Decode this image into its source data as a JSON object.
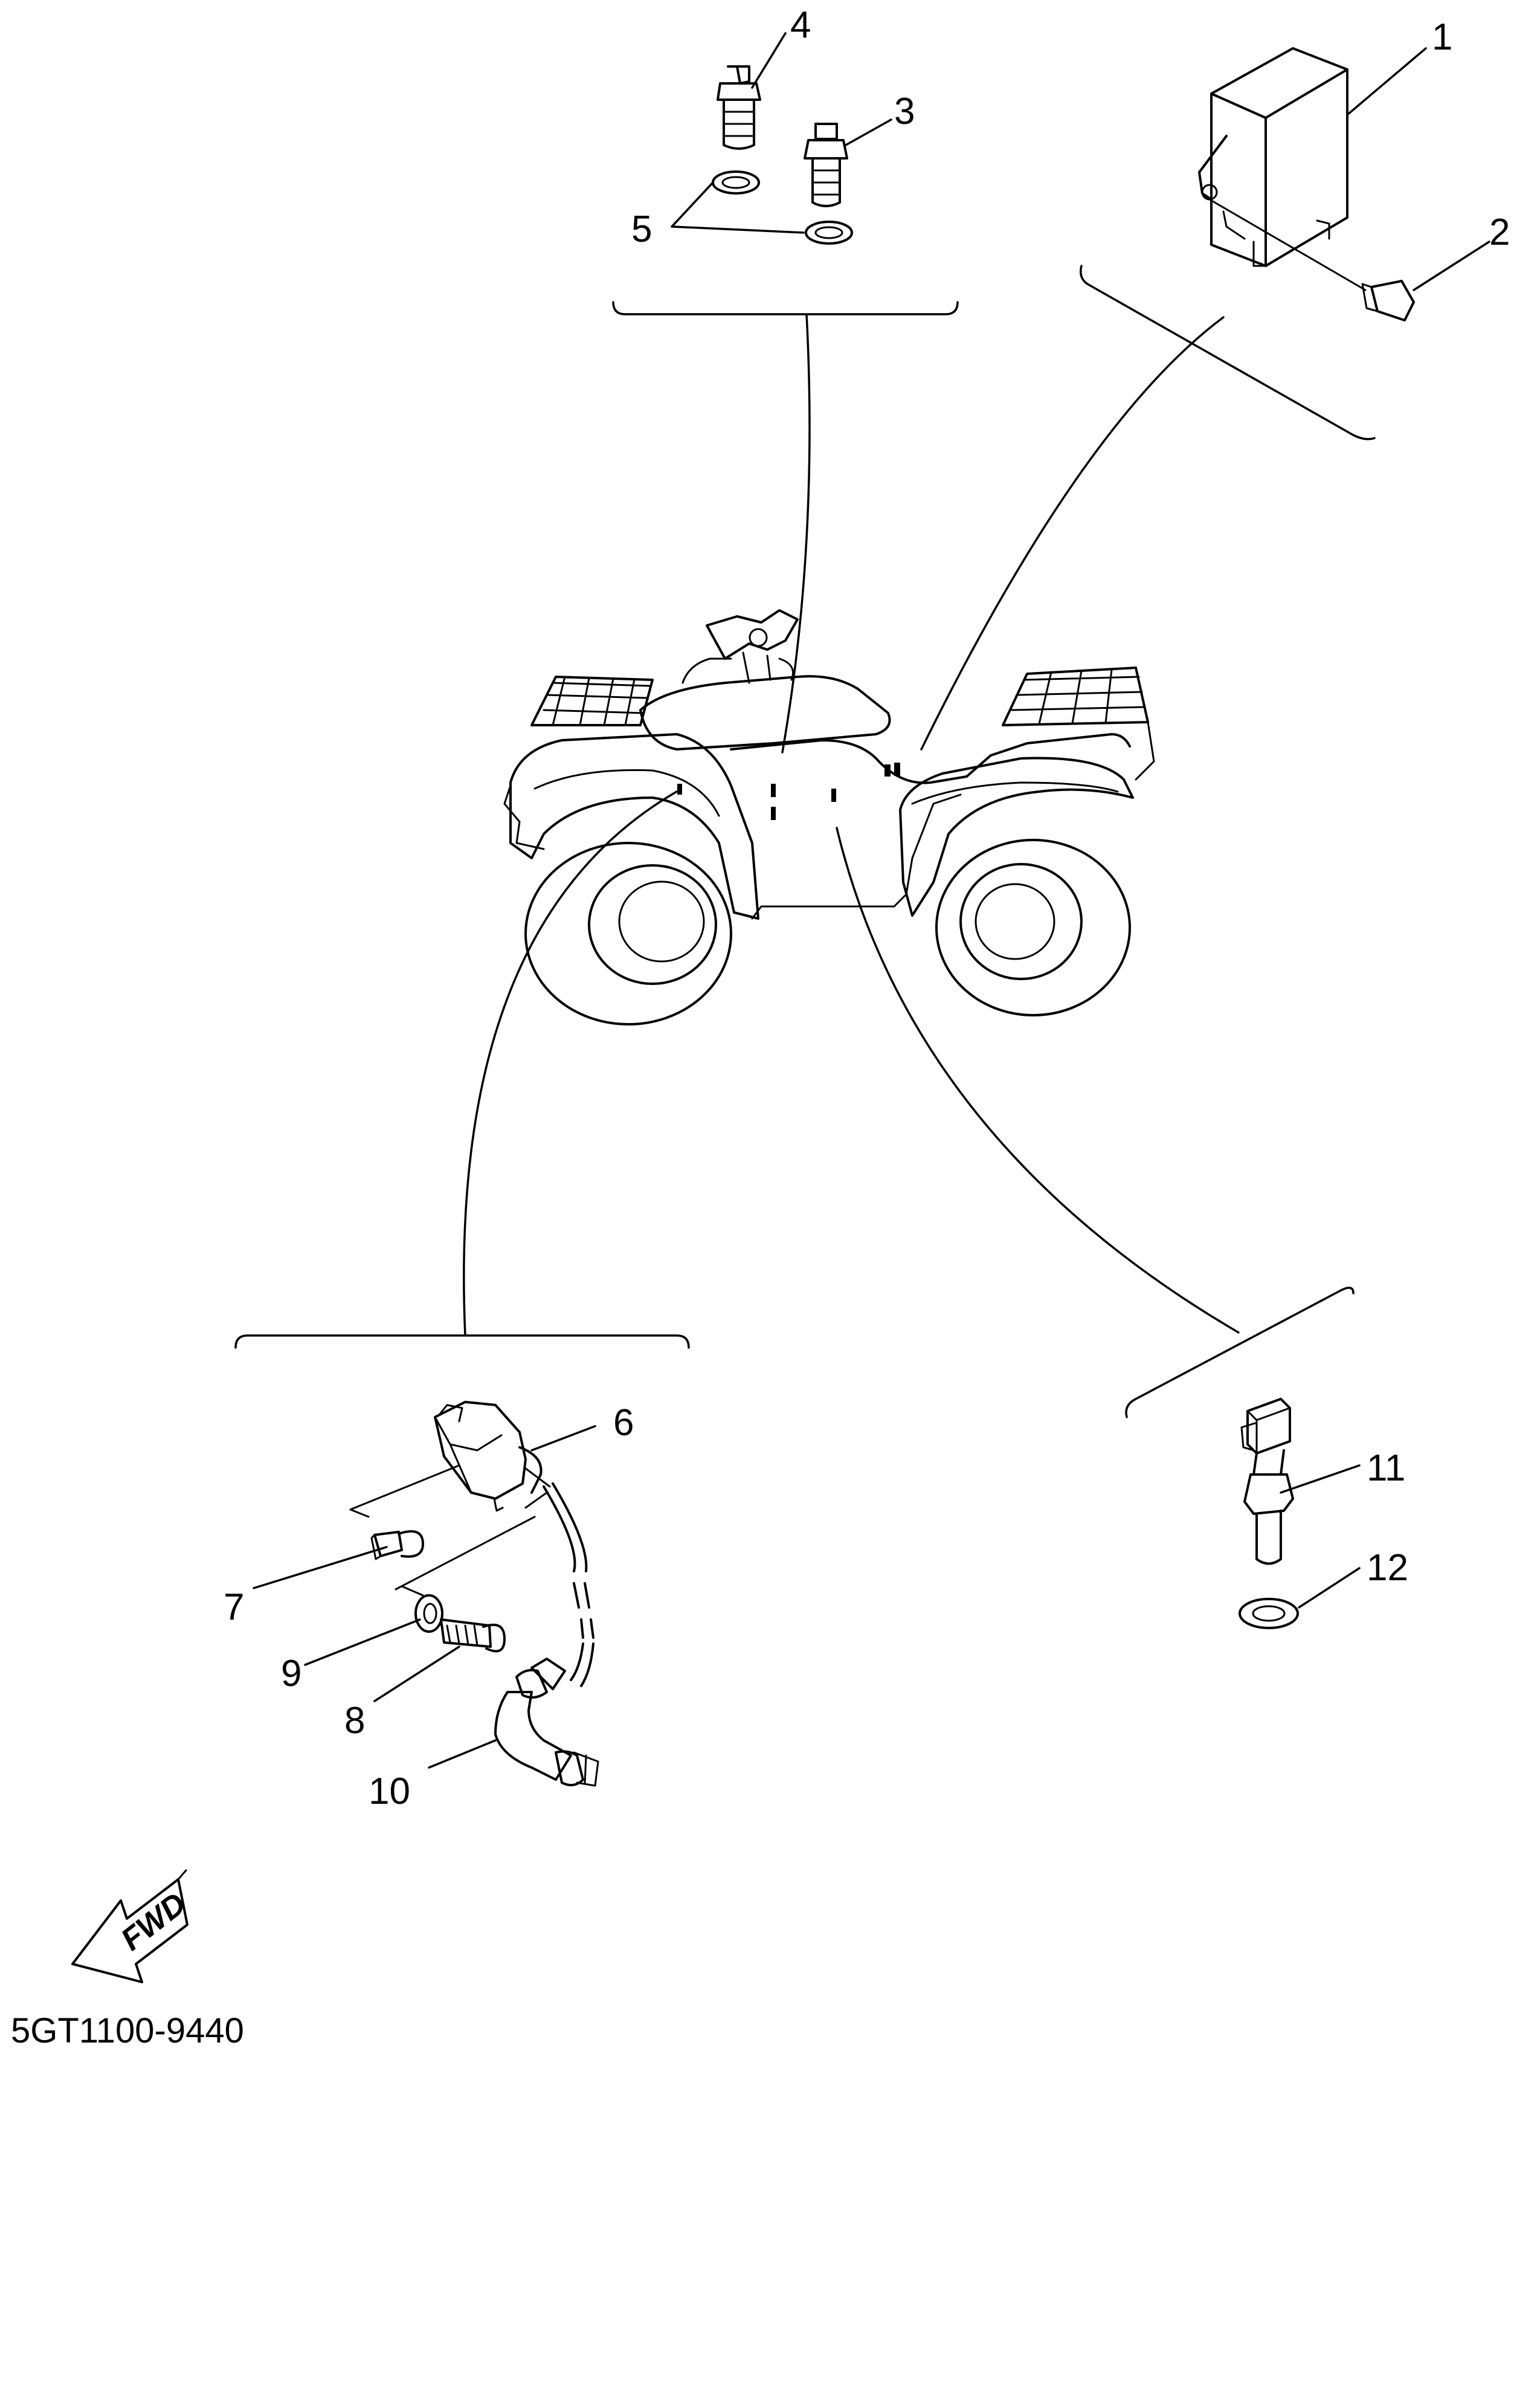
{
  "callouts": {
    "c1": "1",
    "c2": "2",
    "c3": "3",
    "c4": "4",
    "c5": "5",
    "c6": "6",
    "c7": "7",
    "c8": "8",
    "c9": "9",
    "c10": "10",
    "c11": "11",
    "c12": "12"
  },
  "direction_label": "FWD",
  "diagram_code": "5GT1100-9440",
  "colors": {
    "line": "#000000",
    "background": "#ffffff"
  }
}
